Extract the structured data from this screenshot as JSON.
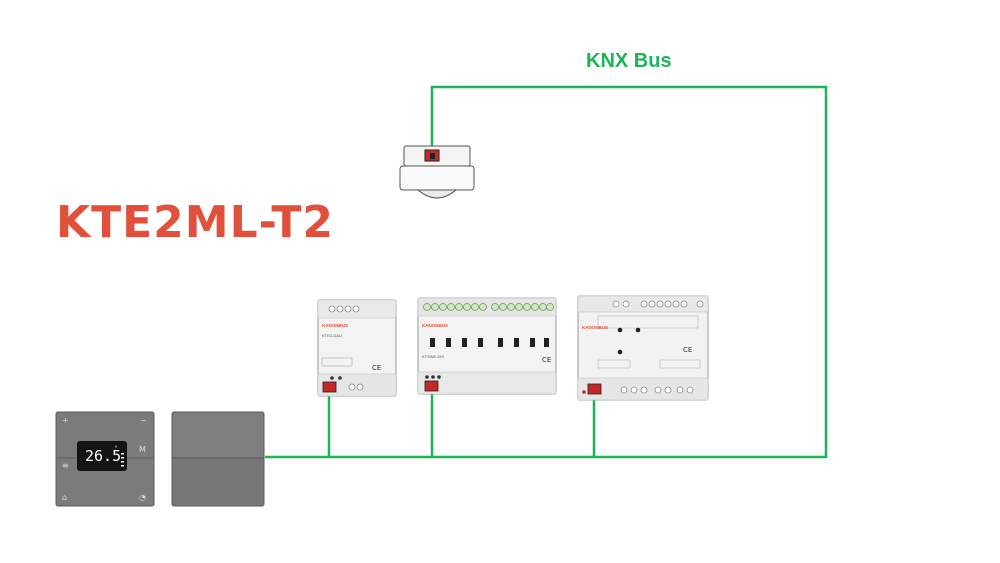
{
  "title": "KTE2ML-T2",
  "bus": {
    "label": "KNX Bus",
    "color": "#1bb556"
  },
  "accent_color": "#e0503a",
  "thermostat": {
    "temperature": "26.5",
    "unit": "°",
    "buttons": {
      "top_left": "+",
      "top_right": "−",
      "mid_left": "≡",
      "mid_right": "M",
      "bottom_left": "⌂",
      "bottom_right": "◔"
    }
  },
  "devices": {
    "dali": {
      "brand": "KANONBUS",
      "model": "KTE2-DALI",
      "ce": "CE"
    },
    "actuator": {
      "brand": "KANONBUS",
      "model": "KTSW8.16S",
      "ce": "CE"
    },
    "controller": {
      "brand": "KANONBUS",
      "ce": "CE"
    }
  }
}
